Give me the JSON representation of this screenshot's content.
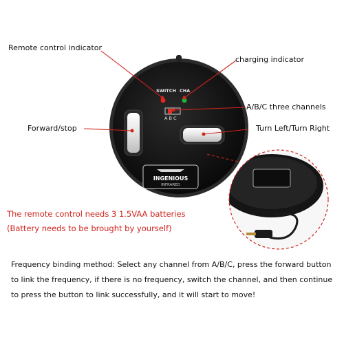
{
  "labels": {
    "remote_indicator": "Remote control indicator",
    "charging_indicator": "charging indicator",
    "channels": "A/B/C three channels",
    "forward_stop": "Forward/stop",
    "turn": "Turn Left/Turn Right"
  },
  "device": {
    "switch_label": "SWITCH",
    "cha_label": "CHA",
    "abc_label": "A B C",
    "brand": "INGENIOUS",
    "subbrand": "INFRARED"
  },
  "notes": {
    "battery_line1": "The remote control needs 3  1.5VAA batteries",
    "battery_line2": "(Battery needs to be brought by yourself)",
    "frequency": "Frequency binding method: Select any channel from A/B/C, press the forward button to link the frequency, if there is no frequency, switch the channel, and then continue to press the button to link successfully, and it will start to move!"
  },
  "colors": {
    "callout_red": "#d0241c",
    "switch_led": "#e8261d",
    "cha_led": "#1fb33a",
    "body": "#121212"
  },
  "icons": [
    "remote-control-image",
    "switch-led-icon",
    "charging-led-icon",
    "charger-plug-image"
  ]
}
